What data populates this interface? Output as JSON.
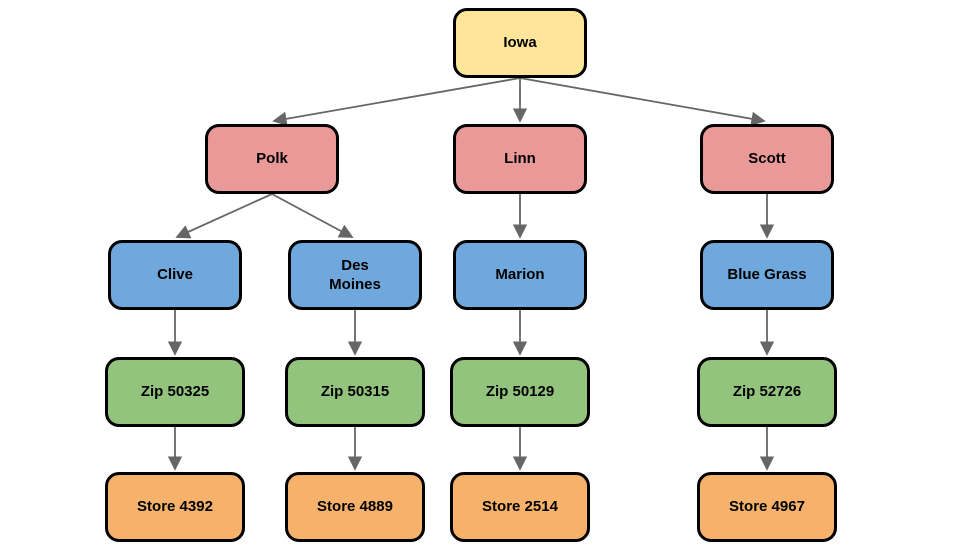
{
  "colors": {
    "state_fill": "#ffe599",
    "county_fill": "#ea9999",
    "city_fill": "#6fa8dc",
    "zip_fill": "#93c47d",
    "store_fill": "#f6b26b",
    "node_border": "#000000",
    "arrow": "#666666",
    "background": "#ffffff",
    "text": "#000000"
  },
  "nodes": [
    {
      "id": "iowa",
      "label": "Iowa",
      "level": "state",
      "parent": null
    },
    {
      "id": "polk",
      "label": "Polk",
      "level": "county",
      "parent": "iowa"
    },
    {
      "id": "linn",
      "label": "Linn",
      "level": "county",
      "parent": "iowa"
    },
    {
      "id": "scott",
      "label": "Scott",
      "level": "county",
      "parent": "iowa"
    },
    {
      "id": "clive",
      "label": "Clive",
      "level": "city",
      "parent": "polk"
    },
    {
      "id": "des_moines",
      "label": "Des Moines",
      "level": "city",
      "parent": "polk"
    },
    {
      "id": "marion",
      "label": "Marion",
      "level": "city",
      "parent": "linn"
    },
    {
      "id": "blue_grass",
      "label": "Blue Grass",
      "level": "city",
      "parent": "scott"
    },
    {
      "id": "zip_50325",
      "label": "Zip 50325",
      "level": "zip",
      "parent": "clive"
    },
    {
      "id": "zip_50315",
      "label": "Zip 50315",
      "level": "zip",
      "parent": "des_moines"
    },
    {
      "id": "zip_50129",
      "label": "Zip 50129",
      "level": "zip",
      "parent": "marion"
    },
    {
      "id": "zip_52726",
      "label": "Zip 52726",
      "level": "zip",
      "parent": "blue_grass"
    },
    {
      "id": "store_4392",
      "label": "Store 4392",
      "level": "store",
      "parent": "zip_50325"
    },
    {
      "id": "store_4889",
      "label": "Store 4889",
      "level": "store",
      "parent": "zip_50315"
    },
    {
      "id": "store_2514",
      "label": "Store 2514",
      "level": "store",
      "parent": "zip_50129"
    },
    {
      "id": "store_4967",
      "label": "Store 4967",
      "level": "store",
      "parent": "zip_52726"
    }
  ],
  "edges": [
    {
      "from": "Iowa",
      "to": "Polk"
    },
    {
      "from": "Iowa",
      "to": "Linn"
    },
    {
      "from": "Iowa",
      "to": "Scott"
    },
    {
      "from": "Polk",
      "to": "Clive"
    },
    {
      "from": "Polk",
      "to": "Des Moines"
    },
    {
      "from": "Linn",
      "to": "Marion"
    },
    {
      "from": "Scott",
      "to": "Blue Grass"
    },
    {
      "from": "Clive",
      "to": "Zip 50325"
    },
    {
      "from": "Des Moines",
      "to": "Zip 50315"
    },
    {
      "from": "Marion",
      "to": "Zip 50129"
    },
    {
      "from": "Blue Grass",
      "to": "Zip 52726"
    },
    {
      "from": "Zip 50325",
      "to": "Store 4392"
    },
    {
      "from": "Zip 50315",
      "to": "Store 4889"
    },
    {
      "from": "Zip 50129",
      "to": "Store 2514"
    },
    {
      "from": "Zip 52726",
      "to": "Store 4967"
    }
  ]
}
